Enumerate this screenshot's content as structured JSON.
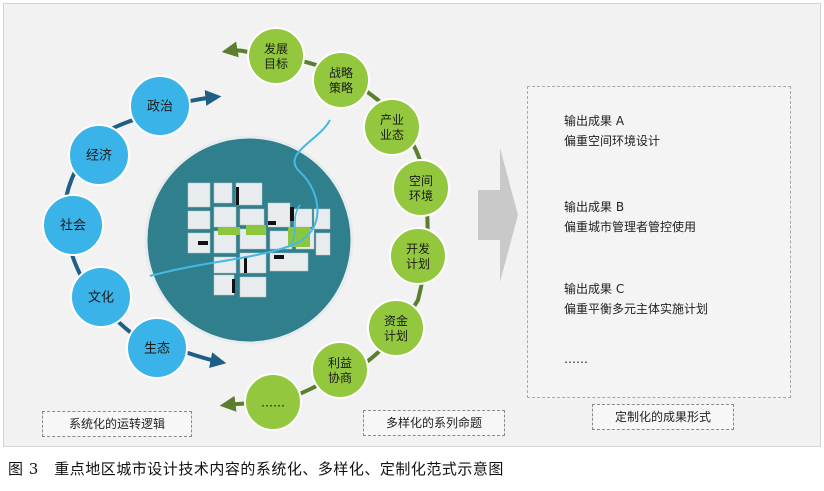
{
  "colors": {
    "blue_circle": "#3ab3e8",
    "green_circle": "#93c83e",
    "teal_center": "#2f7f8c",
    "arrow_navy": "#1f5f86",
    "arrow_green": "#5b7d2e",
    "gray_arrow": "#c9c9c9"
  },
  "left_chain": {
    "items": [
      "政治",
      "经济",
      "社会",
      "文化",
      "生态"
    ],
    "label": "系统化的运转逻辑"
  },
  "right_chain": {
    "items": [
      "发展\n目标",
      "战略\n策略",
      "产业\n业态",
      "空间\n环境",
      "开发\n计划",
      "资金\n计划",
      "利益\n协商",
      "……"
    ],
    "label": "多样化的系列命题"
  },
  "outputs": {
    "items": [
      {
        "title": "输出成果 A",
        "desc": "偏重空间环境设计"
      },
      {
        "title": "输出成果 B",
        "desc": "偏重城市管理者管控使用"
      },
      {
        "title": "输出成果 C",
        "desc": "偏重平衡多元主体实施计划"
      }
    ],
    "ellipsis": "……",
    "label": "定制化的成果形式"
  },
  "caption": "图 3　重点地区城市设计技术内容的系统化、多样化、定制化范式示意图"
}
